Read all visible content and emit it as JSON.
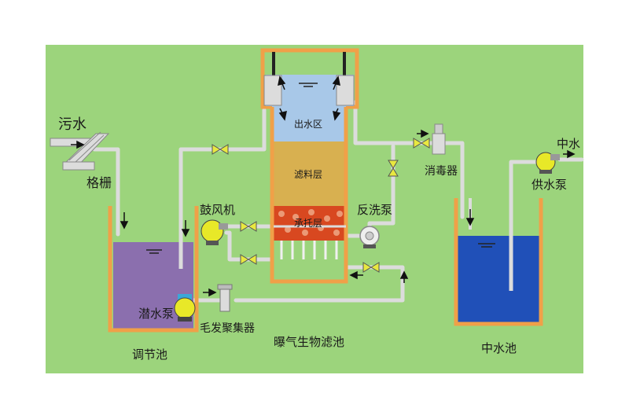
{
  "labels": {
    "wastewater": "污水",
    "screen": "格栅",
    "regulating_tank": "调节池",
    "submersible_pump": "潜水泵",
    "hair_collector": "毛发聚集器",
    "blower": "鼓风机",
    "backwash_pump": "反洗泵",
    "outlet_zone": "出水区",
    "media_layer": "滤料层",
    "support_layer": "承托层",
    "baf": "曝气生物滤池",
    "disinfector": "消毒器",
    "reclaimed_water": "中水",
    "supply_pump": "供水泵",
    "reclaimed_tank": "中水池"
  },
  "colors": {
    "background": "#9cd47c",
    "pipe": "#dcdcdc",
    "tank_rim": "#f0a048",
    "regulating_water": "#8b6fae",
    "reclaimed_water": "#2050b8",
    "outlet_water": "#a8c8e8",
    "media": "#d8b050",
    "support": "#d84820",
    "pump": "#e8e828",
    "valve": "#e8e840"
  }
}
